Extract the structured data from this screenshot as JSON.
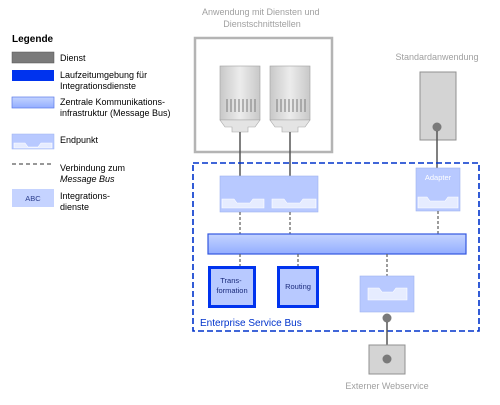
{
  "legend": {
    "title": "Legende",
    "service": "Dienst",
    "runtime": [
      "Laufzeitumgebung  für",
      "Integrationsdienste"
    ],
    "infrastructure": [
      "Zentrale Kommunikations-",
      "infrastruktur (Message Bus)"
    ],
    "endpoint": "Endpunkt",
    "connection": [
      "Verbindung zum",
      "Message Bus"
    ],
    "abc": "ABC",
    "integration": [
      "Integrations-",
      "dienste"
    ]
  },
  "diagram": {
    "app_label": [
      "Anwendung mit Diensten und",
      "Dienstschnittstellen"
    ],
    "standard_label": "Standardanwendung",
    "adapter": "Adapter",
    "transformation": [
      "Trans-",
      "formation"
    ],
    "routing": "Routing",
    "esb_label": "Enterprise Service Bus",
    "external_label": "Externer Webservice"
  },
  "colors": {
    "service": "#808080",
    "service_light": "#d0d0d0",
    "runtime_blue": "#0033ee",
    "bus_blue": "#a9c0ff",
    "endpoint": "#b4c7ff",
    "esb_border": "#0033cc",
    "label_gray": "#a0a0a0"
  }
}
